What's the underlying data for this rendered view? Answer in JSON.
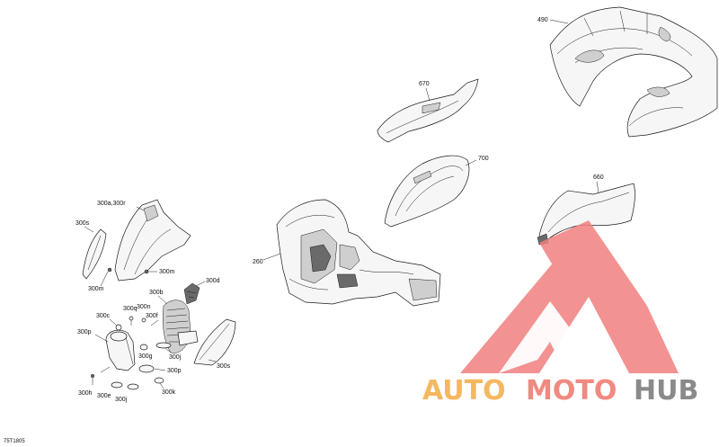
{
  "diagram": {
    "ref_code": "75T1805",
    "labels": {
      "p490": "490",
      "p670": "670",
      "p700": "700",
      "p660": "660",
      "p260": "260",
      "p300a300r": "300a,300r",
      "p300s_left": "300s",
      "p300m_a": "300m",
      "p300m_b": "300m",
      "p300d": "300d",
      "p300b": "300b",
      "p300c": "300c",
      "p300q": "300q",
      "p300n": "300n",
      "p300f": "300f",
      "p300p_a": "300p",
      "p300g": "300g",
      "p300j_a": "300j",
      "p300p_b": "300p",
      "p300h": "300h",
      "p300e": "300e",
      "p300j_b": "300j",
      "p300k": "300k",
      "p300s_right": "300s"
    }
  },
  "watermark": {
    "brand_part1": "AUTO",
    "brand_part2": "MOTO",
    "brand_part3": "HUB",
    "colors": {
      "auto": "#f4b860",
      "moto": "#f08a80",
      "hub": "#8a8a8a",
      "logo": "#f08080"
    }
  }
}
